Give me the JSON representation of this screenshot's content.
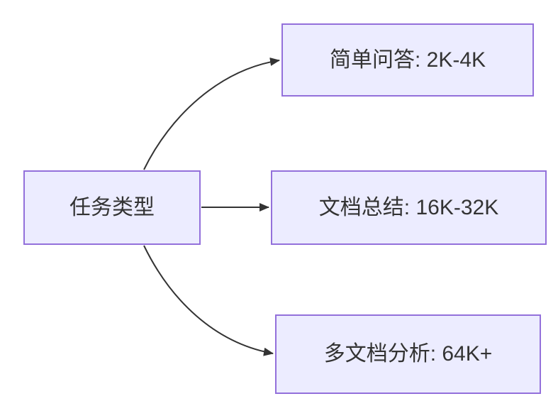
{
  "diagram": {
    "type": "flowchart-left-to-right",
    "root": {
      "id": "task-type",
      "label": "任务类型"
    },
    "children": [
      {
        "id": "simple-qa",
        "label": "简单问答: 2K-4K"
      },
      {
        "id": "doc-summary",
        "label": "文档总结: 16K-32K"
      },
      {
        "id": "multi-doc-analysis",
        "label": "多文档分析: 64K+"
      }
    ],
    "edges": [
      {
        "from": "task-type",
        "to": "simple-qa"
      },
      {
        "from": "task-type",
        "to": "doc-summary"
      },
      {
        "from": "task-type",
        "to": "multi-doc-analysis"
      }
    ],
    "colors": {
      "background": "#FFFFFF",
      "node_fill": "#ECECFF",
      "node_border": "#9370DB",
      "edge_stroke": "#333333",
      "text": "#333333"
    }
  }
}
